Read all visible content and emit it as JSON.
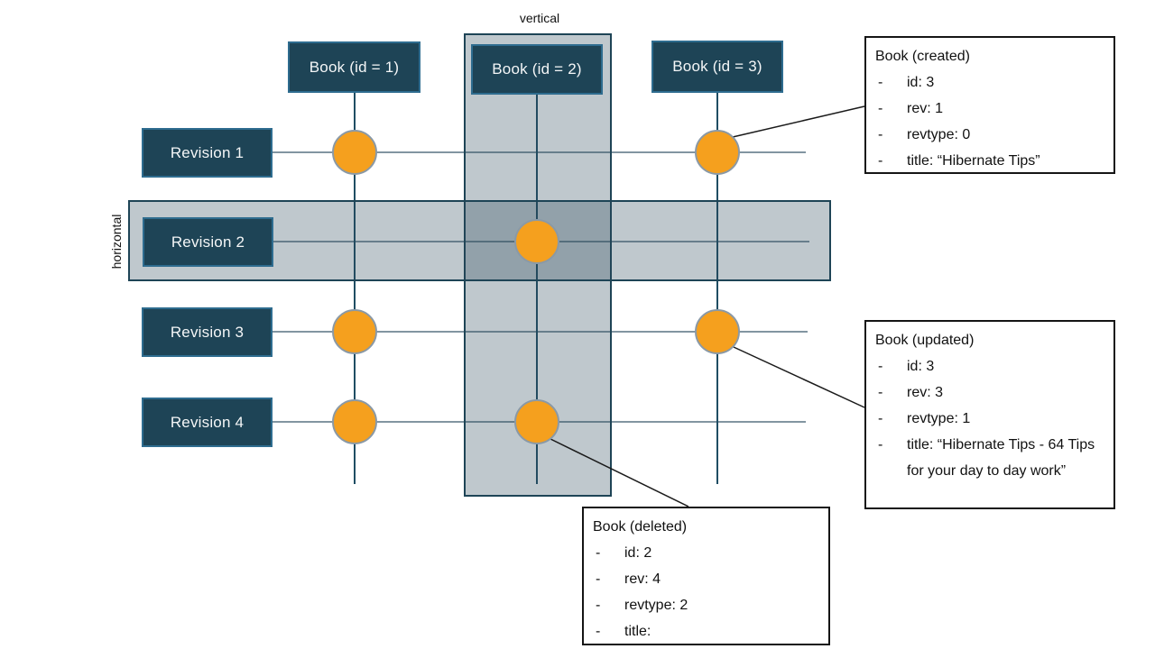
{
  "labels": {
    "vertical_band": "vertical",
    "horizontal_band": "horizontal"
  },
  "bullet": "-",
  "books": [
    {
      "label": "Book (id = 1)"
    },
    {
      "label": "Book (id = 2)"
    },
    {
      "label": "Book (id = 3)"
    }
  ],
  "revisions": [
    {
      "label": "Revision 1"
    },
    {
      "label": "Revision 2"
    },
    {
      "label": "Revision 3"
    },
    {
      "label": "Revision 4"
    }
  ],
  "markers": [
    {
      "book": 1,
      "revision": 1
    },
    {
      "book": 3,
      "revision": 1
    },
    {
      "book": 2,
      "revision": 2
    },
    {
      "book": 1,
      "revision": 3
    },
    {
      "book": 3,
      "revision": 3
    },
    {
      "book": 1,
      "revision": 4
    },
    {
      "book": 2,
      "revision": 4
    }
  ],
  "annotations": {
    "created": {
      "title": "Book (created)",
      "items": [
        "id: 3",
        "rev: 1",
        "revtype: 0",
        "title: “Hibernate Tips”"
      ]
    },
    "updated": {
      "title": "Book (updated)",
      "items": [
        "id: 3",
        "rev: 3",
        "revtype: 1",
        "title: “Hibernate Tips - 64 Tips for your day to day work”"
      ]
    },
    "deleted": {
      "title": "Book (deleted)",
      "items": [
        "id: 2",
        "rev: 4",
        "revtype: 2",
        "title:"
      ]
    }
  },
  "colors": {
    "node_fill": "#1e4456",
    "node_border": "#2e6c8f",
    "marker_fill": "#f5a01e",
    "marker_border": "#8a99a6",
    "band_fill": "rgba(44,73,88,0.30)",
    "band_border": "#1e4456",
    "horizontal_line": "#8295a1",
    "vertical_line": "#1f4d63",
    "connector": "#1a1a1a"
  }
}
